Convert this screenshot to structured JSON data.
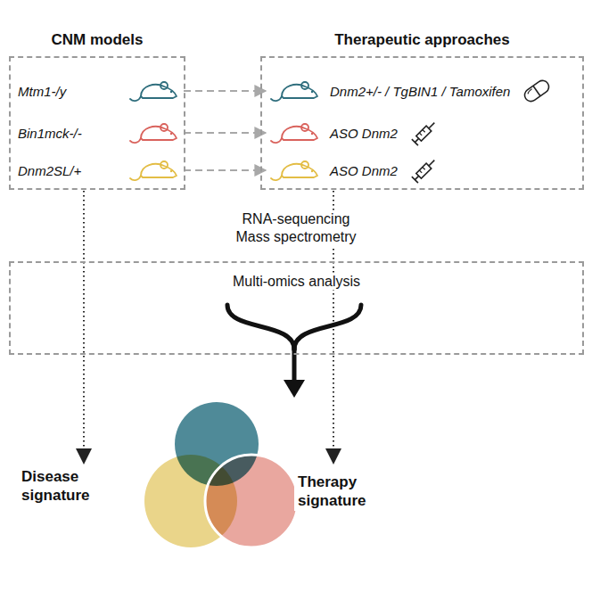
{
  "diagram": {
    "nodes": [
      {
        "text": [
          "CNM models"
        ]
      },
      {
        "text": [
          "Mtm1-/y"
        ],
        "in": 0
      },
      {
        "text": [
          "Bin1mck-/-"
        ],
        "in": 0
      },
      {
        "text": [
          "Dnm2SL/+"
        ],
        "in": 0
      },
      {
        "text": [
          "Therapeutic approaches"
        ]
      },
      {
        "text": [
          "Dnm2+/- / TgBIN1 / Tamoxifen"
        ],
        "in": 4
      },
      {
        "text": [
          "ASO Dnm2"
        ],
        "in": 4
      },
      {
        "text": [
          "ASO Dnm2"
        ],
        "in": 4
      },
      {
        "text": [
          "Multi-omics analysis"
        ]
      }
    ],
    "edges": [
      {
        "from": 1,
        "to": 5,
        "arrow": "to"
      },
      {
        "from": 2,
        "to": 6,
        "arrow": "to"
      },
      {
        "from": 3,
        "to": 7,
        "arrow": "to"
      }
    ],
    "labels": [
      "RNA-sequencing Mass spectrometry",
      "Disease signature",
      "Therapy signature"
    ]
  }
}
